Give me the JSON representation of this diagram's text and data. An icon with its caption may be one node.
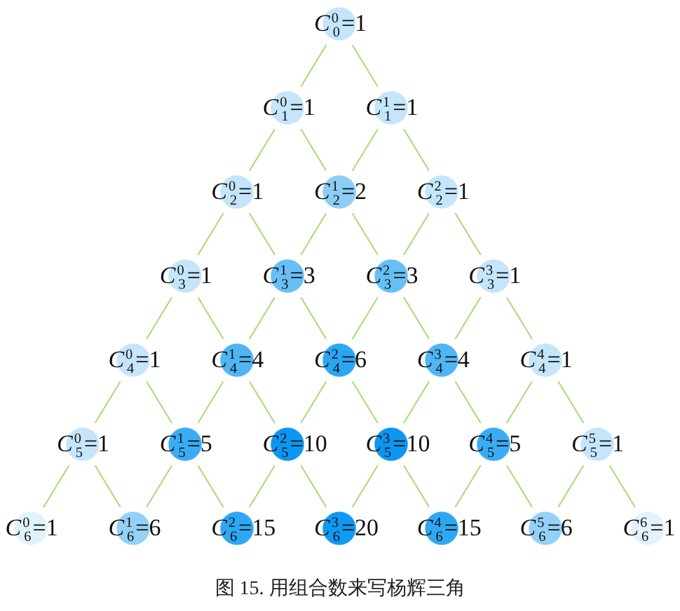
{
  "diagram": {
    "caption": "图 15. 用组合数来写杨辉三角",
    "nodes": [
      {
        "text": [
          "*C*$^{0}$$_{0}$=1"
        ]
      },
      {
        "text": [
          "*C*$^{0}$$_{1}$=1"
        ]
      },
      {
        "text": [
          "*C*$^{1}$$_{1}$=1"
        ]
      },
      {
        "text": [
          "*C*$^{0}$$_{2}$=1"
        ]
      },
      {
        "text": [
          "*C*$^{1}$$_{2}$=2"
        ]
      },
      {
        "text": [
          "*C*$^{2}$$_{2}$=1"
        ]
      },
      {
        "text": [
          "*C*$^{0}$$_{3}$=1"
        ]
      },
      {
        "text": [
          "*C*$^{1}$$_{3}$=3"
        ]
      },
      {
        "text": [
          "*C*$^{2}$$_{3}$=3"
        ]
      },
      {
        "text": [
          "*C*$^{3}$$_{3}$=1"
        ]
      },
      {
        "text": [
          "*C*$^{0}$$_{4}$=1"
        ]
      },
      {
        "text": [
          "*C*$^{1}$$_{4}$=4"
        ]
      },
      {
        "text": [
          "*C*$^{2}$$_{4}$=6"
        ]
      },
      {
        "text": [
          "*C*$^{3}$$_{4}$=4"
        ]
      },
      {
        "text": [
          "*C*$^{4}$$_{4}$=1"
        ]
      },
      {
        "text": [
          "*C*$^{0}$$_{5}$=1"
        ]
      },
      {
        "text": [
          "*C*$^{1}$$_{5}$=5"
        ]
      },
      {
        "text": [
          "*C*$^{2}$$_{5}$=10"
        ]
      },
      {
        "text": [
          "*C*$^{3}$$_{5}$=10"
        ]
      },
      {
        "text": [
          "*C*$^{4}$$_{5}$=5"
        ]
      },
      {
        "text": [
          "*C*$^{5}$$_{5}$=1"
        ]
      },
      {
        "text": [
          "*C*$^{0}$$_{6}$=1"
        ]
      },
      {
        "text": [
          "*C*$^{1}$$_{6}$=6"
        ]
      },
      {
        "text": [
          "*C*$^{2}$$_{6}$=15"
        ]
      },
      {
        "text": [
          "*C*$^{3}$$_{6}$=20"
        ]
      },
      {
        "text": [
          "*C*$^{4}$$_{6}$=15"
        ]
      },
      {
        "text": [
          "*C*$^{5}$$_{6}$=6"
        ]
      },
      {
        "text": [
          "*C*$^{6}$$_{6}$=1"
        ]
      }
    ],
    "edges": [
      {
        "from": 0,
        "to": 1,
        "arrow": "none"
      },
      {
        "from": 0,
        "to": 2,
        "arrow": "none"
      },
      {
        "from": 1,
        "to": 3,
        "arrow": "none"
      },
      {
        "from": 1,
        "to": 4,
        "arrow": "none"
      },
      {
        "from": 2,
        "to": 4,
        "arrow": "none"
      },
      {
        "from": 2,
        "to": 5,
        "arrow": "none"
      },
      {
        "from": 3,
        "to": 6,
        "arrow": "none"
      },
      {
        "from": 3,
        "to": 7,
        "arrow": "none"
      },
      {
        "from": 4,
        "to": 7,
        "arrow": "none"
      },
      {
        "from": 4,
        "to": 8,
        "arrow": "none"
      },
      {
        "from": 5,
        "to": 8,
        "arrow": "none"
      },
      {
        "from": 5,
        "to": 9,
        "arrow": "none"
      },
      {
        "from": 6,
        "to": 10,
        "arrow": "none"
      },
      {
        "from": 6,
        "to": 11,
        "arrow": "none"
      },
      {
        "from": 7,
        "to": 11,
        "arrow": "none"
      },
      {
        "from": 7,
        "to": 12,
        "arrow": "none"
      },
      {
        "from": 8,
        "to": 12,
        "arrow": "none"
      },
      {
        "from": 8,
        "to": 13,
        "arrow": "none"
      },
      {
        "from": 9,
        "to": 13,
        "arrow": "none"
      },
      {
        "from": 9,
        "to": 14,
        "arrow": "none"
      },
      {
        "from": 10,
        "to": 15,
        "arrow": "none"
      },
      {
        "from": 10,
        "to": 16,
        "arrow": "none"
      },
      {
        "from": 11,
        "to": 16,
        "arrow": "none"
      },
      {
        "from": 11,
        "to": 17,
        "arrow": "none"
      },
      {
        "from": 12,
        "to": 17,
        "arrow": "none"
      },
      {
        "from": 12,
        "to": 18,
        "arrow": "none"
      },
      {
        "from": 13,
        "to": 18,
        "arrow": "none"
      },
      {
        "from": 13,
        "to": 19,
        "arrow": "none"
      },
      {
        "from": 14,
        "to": 19,
        "arrow": "none"
      },
      {
        "from": 14,
        "to": 20,
        "arrow": "none"
      },
      {
        "from": 15,
        "to": 21,
        "arrow": "none"
      },
      {
        "from": 15,
        "to": 22,
        "arrow": "none"
      },
      {
        "from": 16,
        "to": 22,
        "arrow": "none"
      },
      {
        "from": 16,
        "to": 23,
        "arrow": "none"
      },
      {
        "from": 17,
        "to": 23,
        "arrow": "none"
      },
      {
        "from": 17,
        "to": 24,
        "arrow": "none"
      },
      {
        "from": 18,
        "to": 24,
        "arrow": "none"
      },
      {
        "from": 18,
        "to": 25,
        "arrow": "none"
      },
      {
        "from": 19,
        "to": 25,
        "arrow": "none"
      },
      {
        "from": 19,
        "to": 26,
        "arrow": "none"
      },
      {
        "from": 20,
        "to": 26,
        "arrow": "none"
      },
      {
        "from": 20,
        "to": 27,
        "arrow": "none"
      }
    ]
  }
}
